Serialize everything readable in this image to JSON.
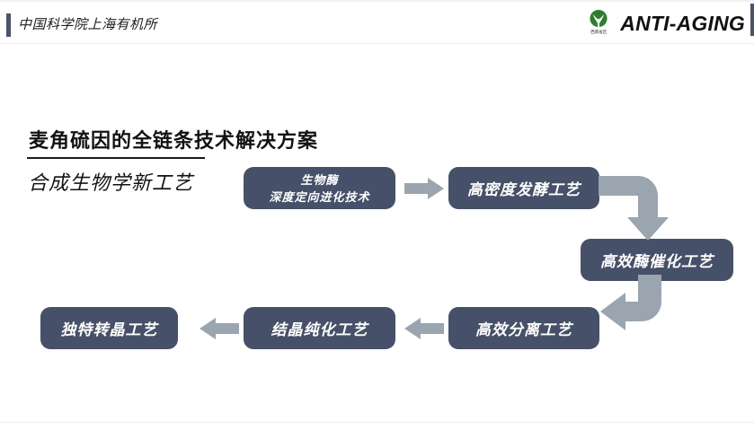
{
  "header": {
    "institute_name": "中国科学院上海有机所",
    "accent_color": "#4a5568",
    "brand": {
      "logo_icon": "green-leaf-circle-logo",
      "logo_sub_cn": "西南省区",
      "logo_sub_en": "· · · ·",
      "wordmark": "ANTI-AGING",
      "logo_color": "#2e7d32"
    }
  },
  "slide": {
    "main_title": "麦角硫因的全链条技术解决方案",
    "sub_title": "合成生物学新工艺",
    "node_color": "#465068",
    "arrow_color": "#9aa5b0"
  },
  "flow": {
    "nodes": [
      {
        "id": "enzyme",
        "line1": "生物酶",
        "line2": "深度定向进化技术",
        "step": 1
      },
      {
        "id": "fermentation",
        "line1": "高密度发酵工艺",
        "line2": "",
        "step": 2
      },
      {
        "id": "catalysis",
        "line1": "高效酶催化工艺",
        "line2": "",
        "step": 3
      },
      {
        "id": "separation",
        "line1": "高效分离工艺",
        "line2": "",
        "step": 4
      },
      {
        "id": "crystallization",
        "line1": "结晶纯化工艺",
        "line2": "",
        "step": 5
      },
      {
        "id": "transcrystal",
        "line1": "独特转晶工艺",
        "line2": "",
        "step": 6
      }
    ],
    "connectors": [
      {
        "id": "arrow-1",
        "from": "enzyme",
        "to": "fermentation",
        "direction": "right"
      },
      {
        "id": "arrow-elbow-top",
        "from": "fermentation",
        "to": "catalysis",
        "direction": "right-then-down"
      },
      {
        "id": "arrow-elbow-bottom",
        "from": "catalysis",
        "to": "separation",
        "direction": "down-then-left"
      },
      {
        "id": "arrow-2",
        "from": "separation",
        "to": "crystallization",
        "direction": "left"
      },
      {
        "id": "arrow-3",
        "from": "crystallization",
        "to": "transcrystal",
        "direction": "left"
      }
    ]
  }
}
